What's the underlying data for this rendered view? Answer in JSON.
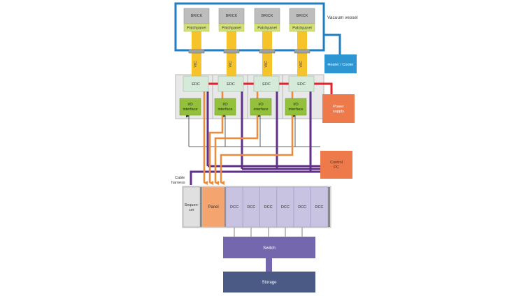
{
  "vacuum_vessel": {
    "label": "Vacuum vessel",
    "bricks": [
      {
        "brick": "BRICK",
        "patchpanel": "Patchpanel",
        "vic": "VIC",
        "edc": "EDC",
        "io": [
          "I/O",
          "interface"
        ]
      },
      {
        "brick": "BRICK",
        "patchpanel": "Patchpanel",
        "vic": "VIC",
        "edc": "EDC",
        "io": [
          "I/O",
          "interface"
        ]
      },
      {
        "brick": "BRICK",
        "patchpanel": "Patchpanel",
        "vic": "VIC",
        "edc": "EDC",
        "io": [
          "I/O",
          "interface"
        ]
      },
      {
        "brick": "BRICK",
        "patchpanel": "Patchpanel",
        "vic": "VIC",
        "edc": "EDC",
        "io": [
          "I/O",
          "interface"
        ]
      }
    ]
  },
  "heater_cooler": "Heater / Cooler",
  "power_supply": [
    "Power",
    "supply"
  ],
  "control_pc": [
    "Control",
    "PC"
  ],
  "cable_harness": [
    "Cable",
    "harness"
  ],
  "crate": {
    "sequencer": [
      "Sequen-",
      "cer"
    ],
    "panel": "Panel",
    "dcc": [
      "DCC",
      "DCC",
      "DCC",
      "DCC",
      "DCC",
      "DCC"
    ]
  },
  "switch": "Switch",
  "storage": "Storage",
  "colors": {
    "vessel_border": "#1f7fc0",
    "heater": "#2e95d3",
    "brick": "#bdbdbd",
    "patchpanel": "#d4e17a",
    "vic": "#f7c32a",
    "edc": "#d5ead9",
    "io": "#93c13c",
    "power": "#ee7a4b",
    "control": "#ee7a4b",
    "panel": "#f4a46e",
    "dcc": "#c8c3e0",
    "sequencer": "#e0e0e0",
    "switch": "#7567ad",
    "storage": "#4a5a84",
    "red_line": "#e0242a",
    "purple_line": "#5f2f8a",
    "orange_line": "#ee8a3c"
  }
}
